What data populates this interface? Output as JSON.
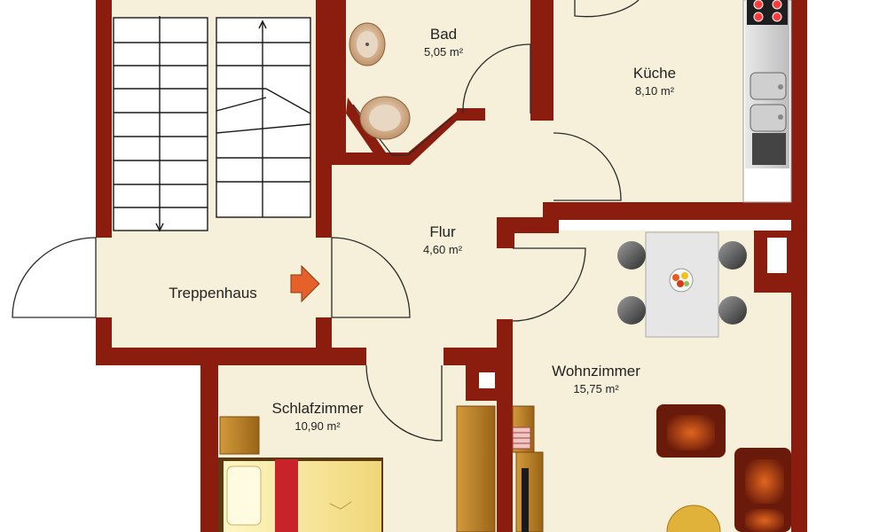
{
  "colors": {
    "wall": "#8b1d0f",
    "floor": "#f6f0da",
    "door_line": "#2a2a2a",
    "stair_line": "#1a1a1a",
    "table": "#d9d9d9",
    "sofa": "#7a1e0d",
    "bed_red": "#c8232a",
    "wood": "#b5781e"
  },
  "rooms": {
    "treppenhaus": {
      "name": "Treppenhaus"
    },
    "bad": {
      "name": "Bad",
      "area": "5,05 m²"
    },
    "kueche": {
      "name": "Küche",
      "area": "8,10 m²"
    },
    "flur": {
      "name": "Flur",
      "area": "4,60 m²"
    },
    "schlafzimmer": {
      "name": "Schlafzimmer",
      "area": "10,90 m²"
    },
    "wohnzimmer": {
      "name": "Wohnzimmer",
      "area": "15,75 m²"
    }
  },
  "icons": [
    "arrow-icon",
    "stairs-icon",
    "sink-icon",
    "bathtub-icon",
    "stove-icon",
    "kitchen-sink-icon",
    "dining-table-icon",
    "chair-icon",
    "armchair-icon",
    "bed-icon",
    "wardrobe-icon",
    "fruit-bowl-icon"
  ]
}
